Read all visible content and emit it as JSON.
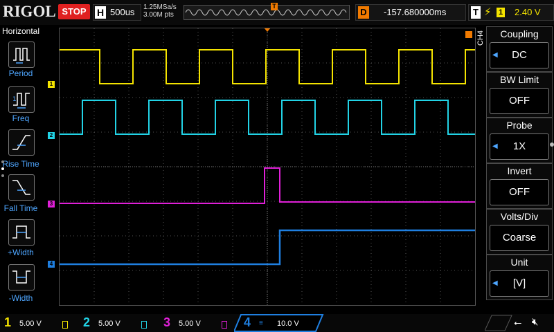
{
  "header": {
    "logo": "RIGOL",
    "run_state": "STOP",
    "timebase_label": "H",
    "timebase_value": "500us",
    "sample_rate": "1.25MSa/s",
    "memory_depth": "3.00M pts",
    "trigger_marker": "T",
    "delay_label": "D",
    "delay_value": "-157.680000ms",
    "trigger_label": "T",
    "trigger_source": "1",
    "trigger_level": "2.40 V"
  },
  "left_menu": {
    "title": "Horizontal",
    "items": [
      {
        "label": "Period"
      },
      {
        "label": "Freq"
      },
      {
        "label": "Rise Time"
      },
      {
        "label": "Fall Time"
      },
      {
        "label": "+Width"
      },
      {
        "label": "-Width"
      }
    ]
  },
  "right_menu": {
    "channel_tag": "CH4",
    "sections": [
      {
        "title": "Coupling",
        "value": "DC"
      },
      {
        "title": "BW Limit",
        "value": "OFF"
      },
      {
        "title": "Probe",
        "value": "1X"
      },
      {
        "title": "Invert",
        "value": "OFF"
      },
      {
        "title": "Volts/Div",
        "value": "Coarse"
      },
      {
        "title": "Unit",
        "value": "[V]"
      }
    ]
  },
  "channels": [
    {
      "number": "1",
      "scale": "5.00 V",
      "color": "#f5e400"
    },
    {
      "number": "2",
      "scale": "5.00 V",
      "color": "#22d3e6"
    },
    {
      "number": "3",
      "scale": "5.00 V",
      "color": "#e020d8"
    },
    {
      "number": "4",
      "scale": "10.0 V",
      "color": "#1f7fe0"
    }
  ],
  "colors": {
    "accent_orange": "#f07a00",
    "menu_blue": "#4ea6ff",
    "stop_red": "#e02020"
  },
  "icons": [
    "usb-icon",
    "speaker-muted-icon"
  ]
}
